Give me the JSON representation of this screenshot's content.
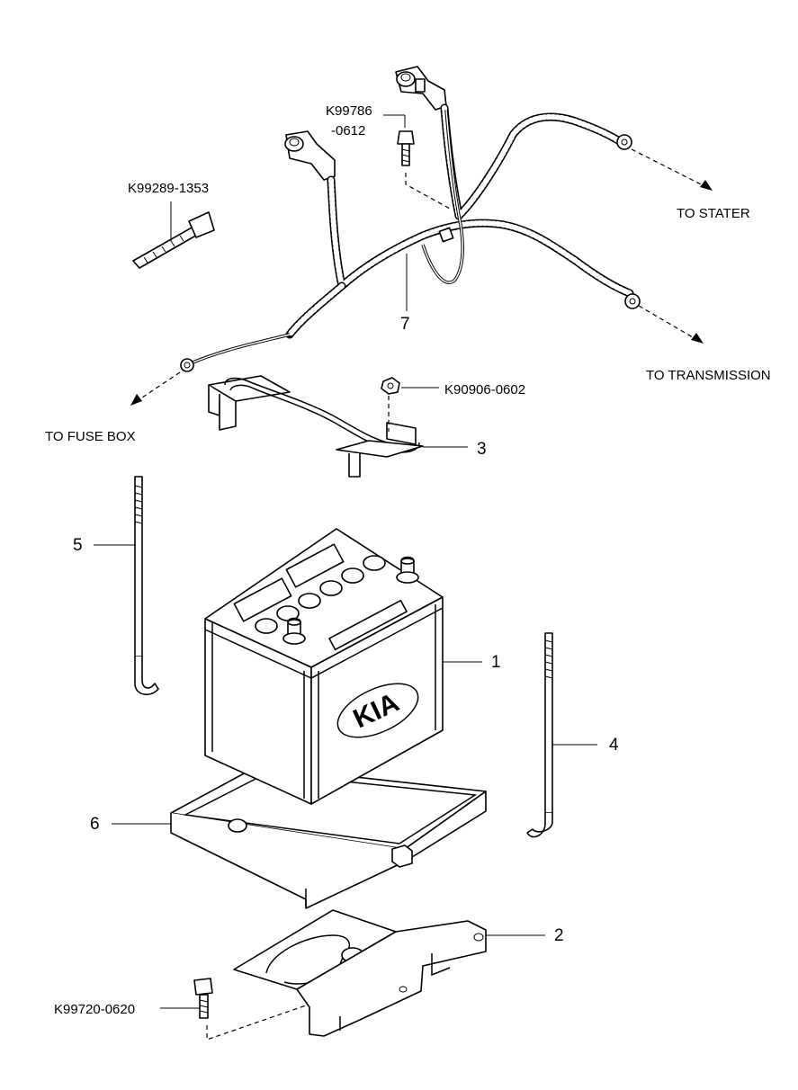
{
  "callouts": {
    "tie_part": "K99289-1353",
    "bolt_top_line1": "K99786",
    "bolt_top_line2": "-0612",
    "nut_part": "K90906-0602",
    "bolt_bottom_part": "K99720-0620",
    "to_stater": "TO STATER",
    "to_transmission": "TO TRANSMISSION",
    "to_fuse_box": "TO FUSE BOX"
  },
  "part_numbers": {
    "battery": "1",
    "tray_bracket": "2",
    "clamp": "3",
    "rod_right": "4",
    "rod_left": "5",
    "tray": "6",
    "cable_harness": "7"
  },
  "battery_logo": "KIA"
}
